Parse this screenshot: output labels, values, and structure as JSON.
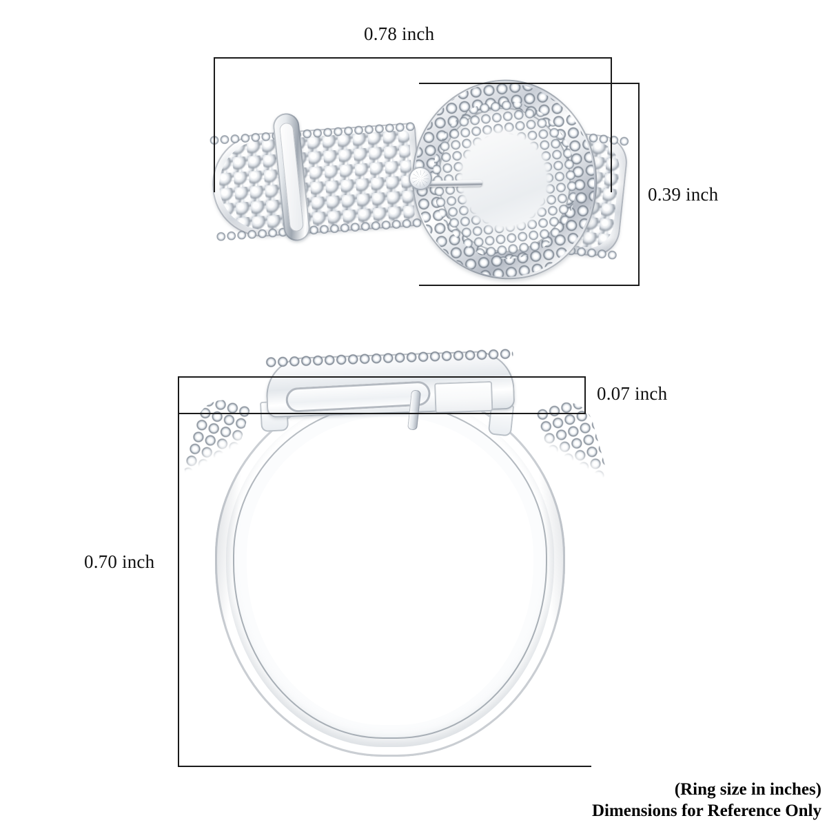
{
  "product": {
    "name": "buckle-ring",
    "material_appearance": "polished silver / white metal",
    "views": [
      {
        "id": "top-view",
        "label": "top view of buckle ring"
      },
      {
        "id": "side-view",
        "label": "side profile view of buckle ring"
      }
    ],
    "features": [
      "beaded-textured belt strap",
      "oval buckle frame with double beaded border",
      "buckle prong pin",
      "round accent gemstone",
      "keeper loop on strap",
      "smooth polished band"
    ]
  },
  "dimensions": {
    "width": {
      "value": "0.78 inch",
      "axis": "horizontal",
      "view": "top-view"
    },
    "height": {
      "value": "0.39 inch",
      "axis": "vertical",
      "view": "top-view"
    },
    "thickness": {
      "value": "0.07 inch",
      "axis": "vertical",
      "view": "side-view"
    },
    "overall": {
      "value": "0.70 inch",
      "axis": "vertical",
      "view": "side-view"
    }
  },
  "footer": {
    "line1": "(Ring size in inches)",
    "line2": "Dimensions for Reference Only"
  },
  "colors": {
    "background": "#ffffff",
    "annotation_line": "#1a1a1a",
    "text": "#000000",
    "metal_light": "#ffffff",
    "metal_mid": "#dfe4e9",
    "metal_shadow": "#9ea6b0"
  }
}
